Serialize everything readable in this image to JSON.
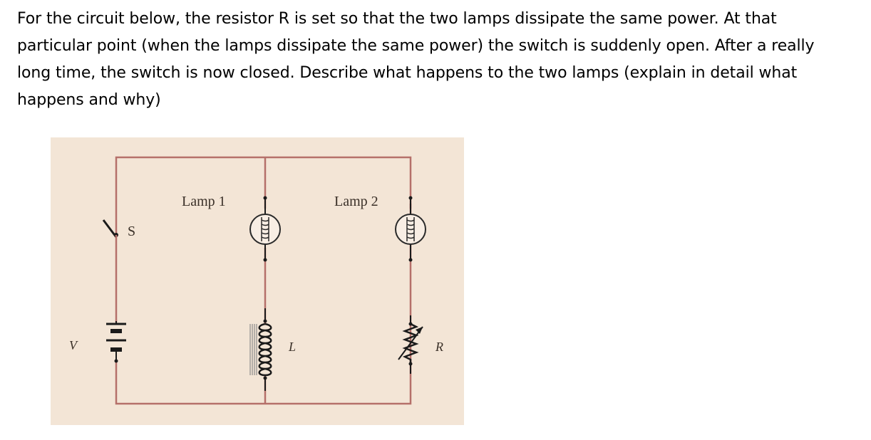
{
  "question": {
    "lines": [
      "For the circuit below, the resistor R is set so that the two lamps dissipate the same power. At that",
      "particular point (when the lamps dissipate the same power) the switch is suddenly open. After a really",
      "long time, the switch is now closed. Describe what happens to the two lamps (explain in detail what",
      "happens and why)"
    ]
  },
  "circuit": {
    "lamp1_label": "Lamp 1",
    "lamp2_label": "Lamp 2",
    "switch_label": "S",
    "voltage_label": "V",
    "inductor_label": "L",
    "resistor_label": "R",
    "background_color": "#f3e5d6",
    "wire_color": "#b5706a"
  }
}
